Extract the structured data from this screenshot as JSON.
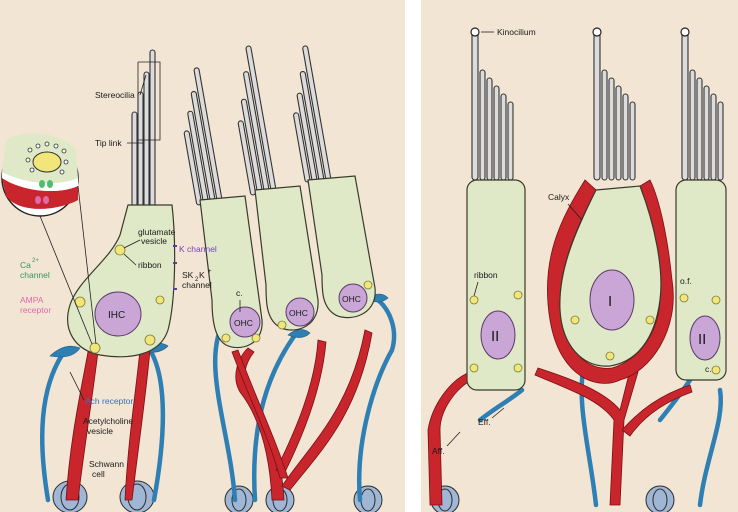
{
  "colors": {
    "panel_bg": "#f3e5d3",
    "hair_cell": "#dfe8c7",
    "nucleus": "#c9a6d6",
    "afferent": "#c8262c",
    "efferent": "#2d7fb4",
    "k_channel_label": "#7a3fbf",
    "ca_channel_label": "#2e9a5a",
    "ampa_label": "#e06aa8",
    "ach_label": "#3b6fc2"
  },
  "left_panel": {
    "labels": {
      "stereocilia": "Stereocilia",
      "tip_link": "Tip link",
      "glutamate_vesicle_1": "glutamate",
      "glutamate_vesicle_2": "vesicle",
      "ribbon": "ribbon",
      "k_channel": "K channel",
      "ca_channel_ca": "Ca",
      "ca_channel_sup": "2+",
      "ca_channel_word": "channel",
      "ampa_1": "AMPA",
      "ampa_2": "receptor",
      "ihc": "IHC",
      "sk2_main": "SK",
      "sk2_sub": "2",
      "sk2_k": " K",
      "sk2_sup": "+",
      "sk2_channel": "channel",
      "c": "c.",
      "ohc_1": "OHC",
      "ohc_2": "OHC",
      "ohc_3": "OHC",
      "ach_receptor": "Ach receptor",
      "ach_vesicle_1": "Acetylcholine",
      "ach_vesicle_2": "vesicle",
      "schwann_1": "Schwann",
      "schwann_2": "cell"
    }
  },
  "right_panel": {
    "labels": {
      "kinocilium": "Kinocilium",
      "calyx": "Calyx",
      "ribbon": "ribbon",
      "type_2_left": "II",
      "type_1": "I",
      "type_2_right": "II",
      "of": "o.f.",
      "c": "c.",
      "aff": "Aff.",
      "eff": "Eff."
    }
  }
}
